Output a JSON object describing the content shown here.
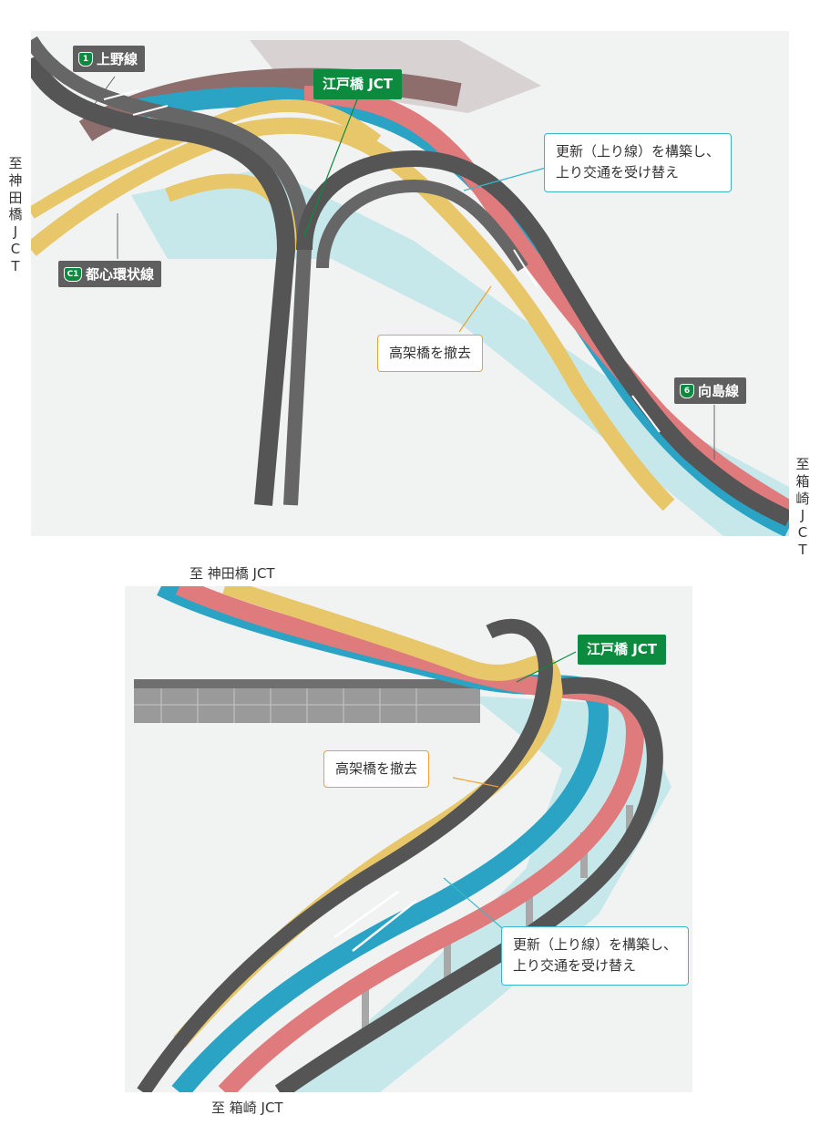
{
  "top": {
    "to_kandabashi": "至 神田橋 J C T",
    "to_hakozaki": "至 箱崎 J C T",
    "route_ueno": {
      "num": "1",
      "name": "上野線"
    },
    "route_toshin": {
      "num": "C1",
      "name": "都心環状線"
    },
    "route_mukojima": {
      "num": "6",
      "name": "向島線"
    },
    "jct_label": "江戸橋 JCT",
    "renewal_line1": "更新（上り線）を構築し、",
    "renewal_line2": "上り交通を受け替え",
    "remove_label": "高架橋を撤去"
  },
  "bottom": {
    "to_kandabashi": "至 神田橋 JCT",
    "to_hakozaki": "至 箱崎 JCT",
    "jct_label": "江戸橋 JCT",
    "remove_label": "高架橋を撤去",
    "renewal_line1": "更新（上り線）を構築し、",
    "renewal_line2": "上り交通を受け替え"
  },
  "colors": {
    "existing_road": "#555555",
    "removed_viaduct": "#e8c76a",
    "new_upbound": "#df7b7d",
    "new_downbound": "#2aa3c4",
    "structure_light": "#b9e4e6",
    "jct_green": "#0c8a3e",
    "callout_orange": "#f0a030",
    "callout_cyan": "#39b7c8"
  }
}
